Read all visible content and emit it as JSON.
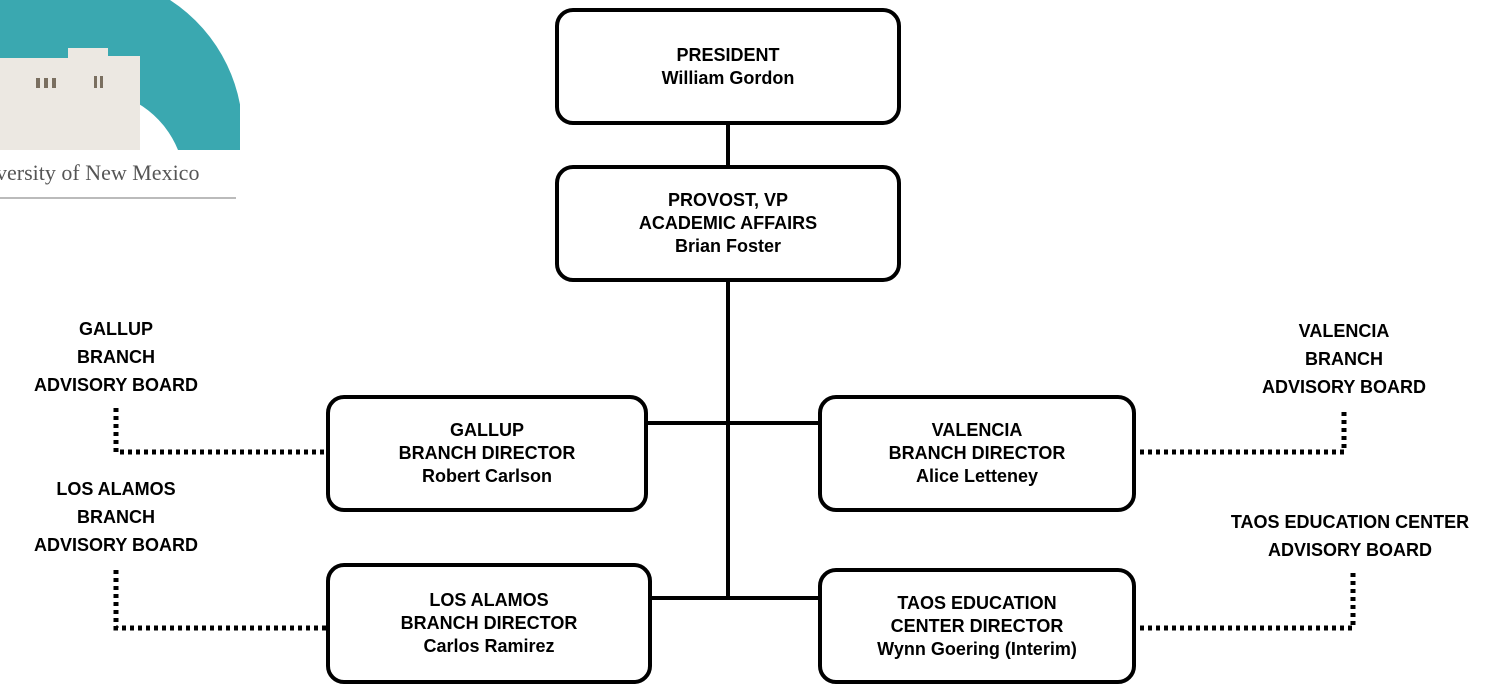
{
  "logo": {
    "text": "versity of New Mexico",
    "colors": {
      "arc": "#3aa8b0",
      "building": "#ece8e2"
    }
  },
  "president": {
    "title": "PRESIDENT",
    "name": "William Gordon"
  },
  "provost": {
    "title_line1": "PROVOST, VP",
    "title_line2": "ACADEMIC AFFAIRS",
    "name": "Brian Foster"
  },
  "directors": {
    "gallup": {
      "line1": "GALLUP",
      "line2": "BRANCH DIRECTOR",
      "name": "Robert Carlson"
    },
    "valencia": {
      "line1": "VALENCIA",
      "line2": "BRANCH DIRECTOR",
      "name": "Alice Letteney"
    },
    "los_alamos": {
      "line1": "LOS ALAMOS",
      "line2": "BRANCH DIRECTOR",
      "name": "Carlos Ramirez"
    },
    "taos": {
      "line1": "TAOS EDUCATION",
      "line2": "CENTER DIRECTOR",
      "name": "Wynn Goering (Interim)"
    }
  },
  "advisory_boards": {
    "gallup": [
      "GALLUP",
      "BRANCH",
      "ADVISORY BOARD"
    ],
    "los_alamos": [
      "LOS ALAMOS",
      "BRANCH",
      "ADVISORY BOARD"
    ],
    "valencia": [
      "VALENCIA",
      "BRANCH",
      "ADVISORY BOARD"
    ],
    "taos": [
      "TAOS EDUCATION CENTER",
      "ADVISORY BOARD"
    ]
  }
}
